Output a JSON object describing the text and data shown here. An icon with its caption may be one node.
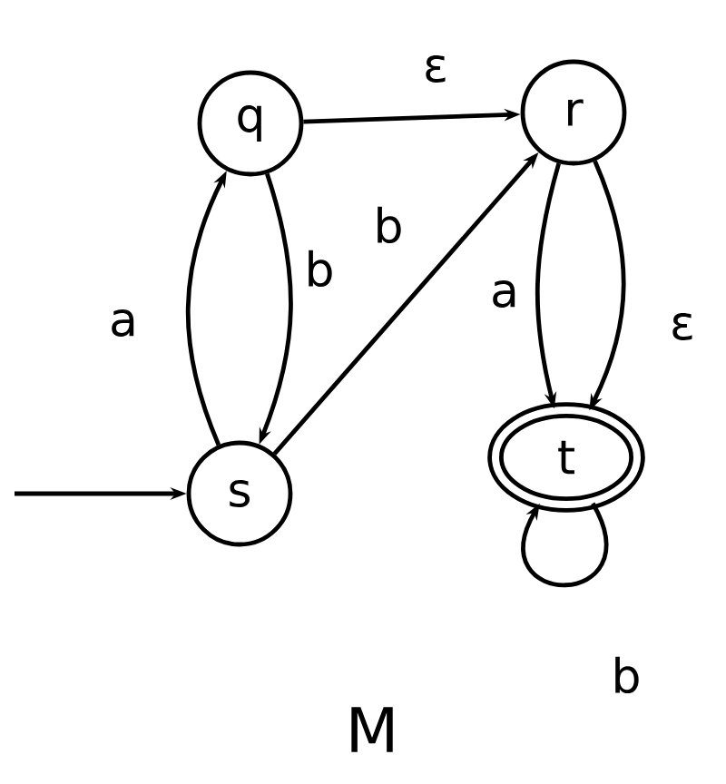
{
  "diagram": {
    "nodes": [
      {
        "text": [
          "q"
        ]
      },
      {
        "text": [
          "r"
        ]
      },
      {
        "text": [
          "s"
        ]
      },
      {
        "text": [
          "t"
        ]
      }
    ],
    "edges": [
      {
        "from": 0,
        "to": 1,
        "arrow": "to",
        "label": "ε"
      },
      {
        "from": 2,
        "to": 0,
        "arrow": "to",
        "label": "a"
      },
      {
        "from": 0,
        "to": 2,
        "arrow": "to",
        "label": "b"
      },
      {
        "from": 2,
        "to": 1,
        "arrow": "to",
        "label": "b"
      },
      {
        "from": 1,
        "to": 3,
        "arrow": "to",
        "label": "a"
      },
      {
        "from": 1,
        "to": 3,
        "arrow": "to",
        "label": "ε"
      },
      {
        "from": 3,
        "to": 3,
        "arrow": "to",
        "label": "b"
      },
      {
        "from": null,
        "to": 2,
        "arrow": "to"
      }
    ],
    "labels": [
      "M"
    ]
  }
}
